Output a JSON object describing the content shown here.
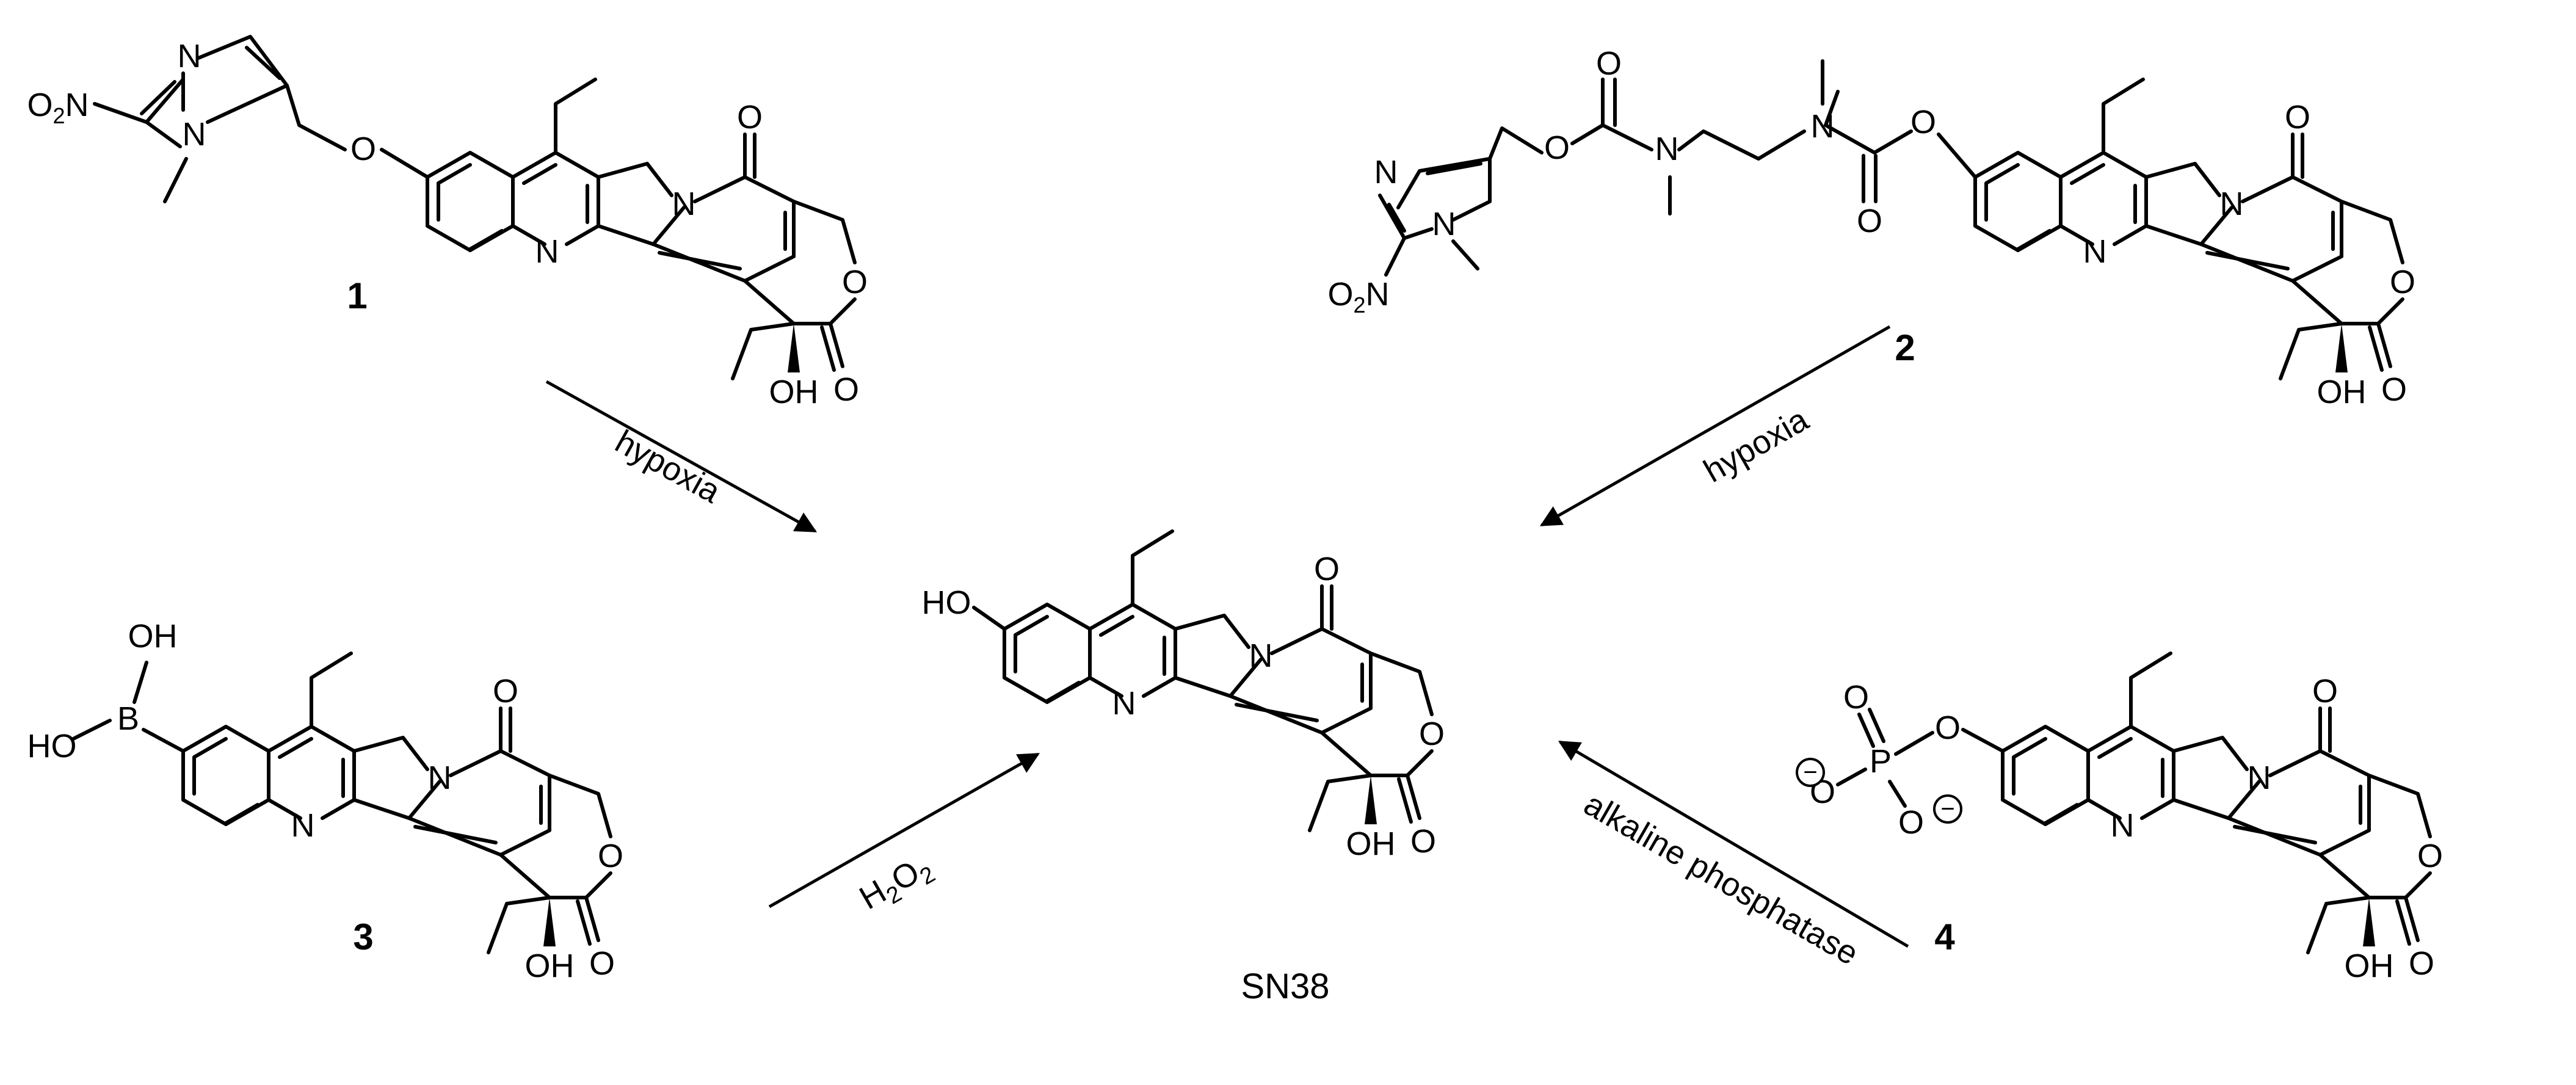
{
  "compounds": {
    "c1": {
      "number": "1"
    },
    "c2": {
      "number": "2"
    },
    "c3": {
      "number": "3"
    },
    "c4": {
      "number": "4"
    },
    "product": {
      "name": "SN38"
    }
  },
  "conditions": {
    "c1_arrow": "hypoxia",
    "c2_arrow": "hypoxia",
    "c3_arrow": "H2O2",
    "c4_arrow": "alkaline phosphatase"
  },
  "atoms": {
    "N": "N",
    "O": "O",
    "OH": "OH",
    "HO": "HO",
    "B": "B",
    "P": "P",
    "O2N": "O2N",
    "minus": "−"
  }
}
